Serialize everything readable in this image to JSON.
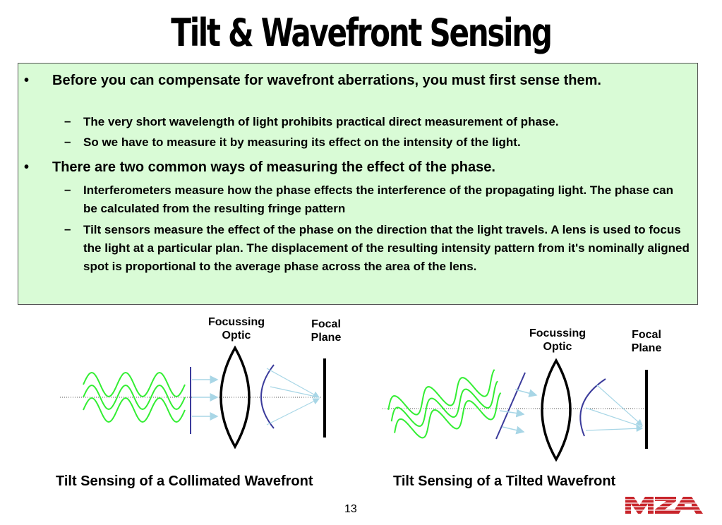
{
  "title": "Tilt & Wavefront Sensing",
  "bullets": [
    {
      "text": "Before you can compensate for wavefront aberrations, you must first sense them.",
      "subs": [
        "The very short wavelength of light prohibits practical direct measurement of phase.",
        "So we have to measure it by measuring its effect on the intensity of the light."
      ]
    },
    {
      "text": "There are two common ways of measuring the effect of the phase.",
      "subs": [
        "Interferometers measure how the phase effects the interference of the propagating light. The phase can be calculated from the resulting fringe pattern",
        "Tilt sensors measure the effect of the phase on the direction that the light travels. A lens is used to focus the light at a particular plan. The displacement of the resulting intensity pattern from it's nominally aligned spot is proportional to the average phase across the area of the lens."
      ]
    }
  ],
  "bullet_symbol": "•",
  "sub_symbol": "–",
  "left_diagram": {
    "optic_label": "Focussing Optic",
    "plane_label": "Focal Plane",
    "caption": "Tilt Sensing of a Collimated Wavefront"
  },
  "right_diagram": {
    "optic_label": "Focussing Optic",
    "plane_label": "Focal Plane",
    "caption": "Tilt Sensing of a Tilted Wavefront"
  },
  "page_number": "13",
  "colors": {
    "box_fill": "#d9fbd6",
    "wave": "#33ee33",
    "wavefront": "#3b3b9b",
    "ray": "#a8d6e6",
    "logo_red": "#c8252b"
  },
  "logo_icon": "mza-logo"
}
